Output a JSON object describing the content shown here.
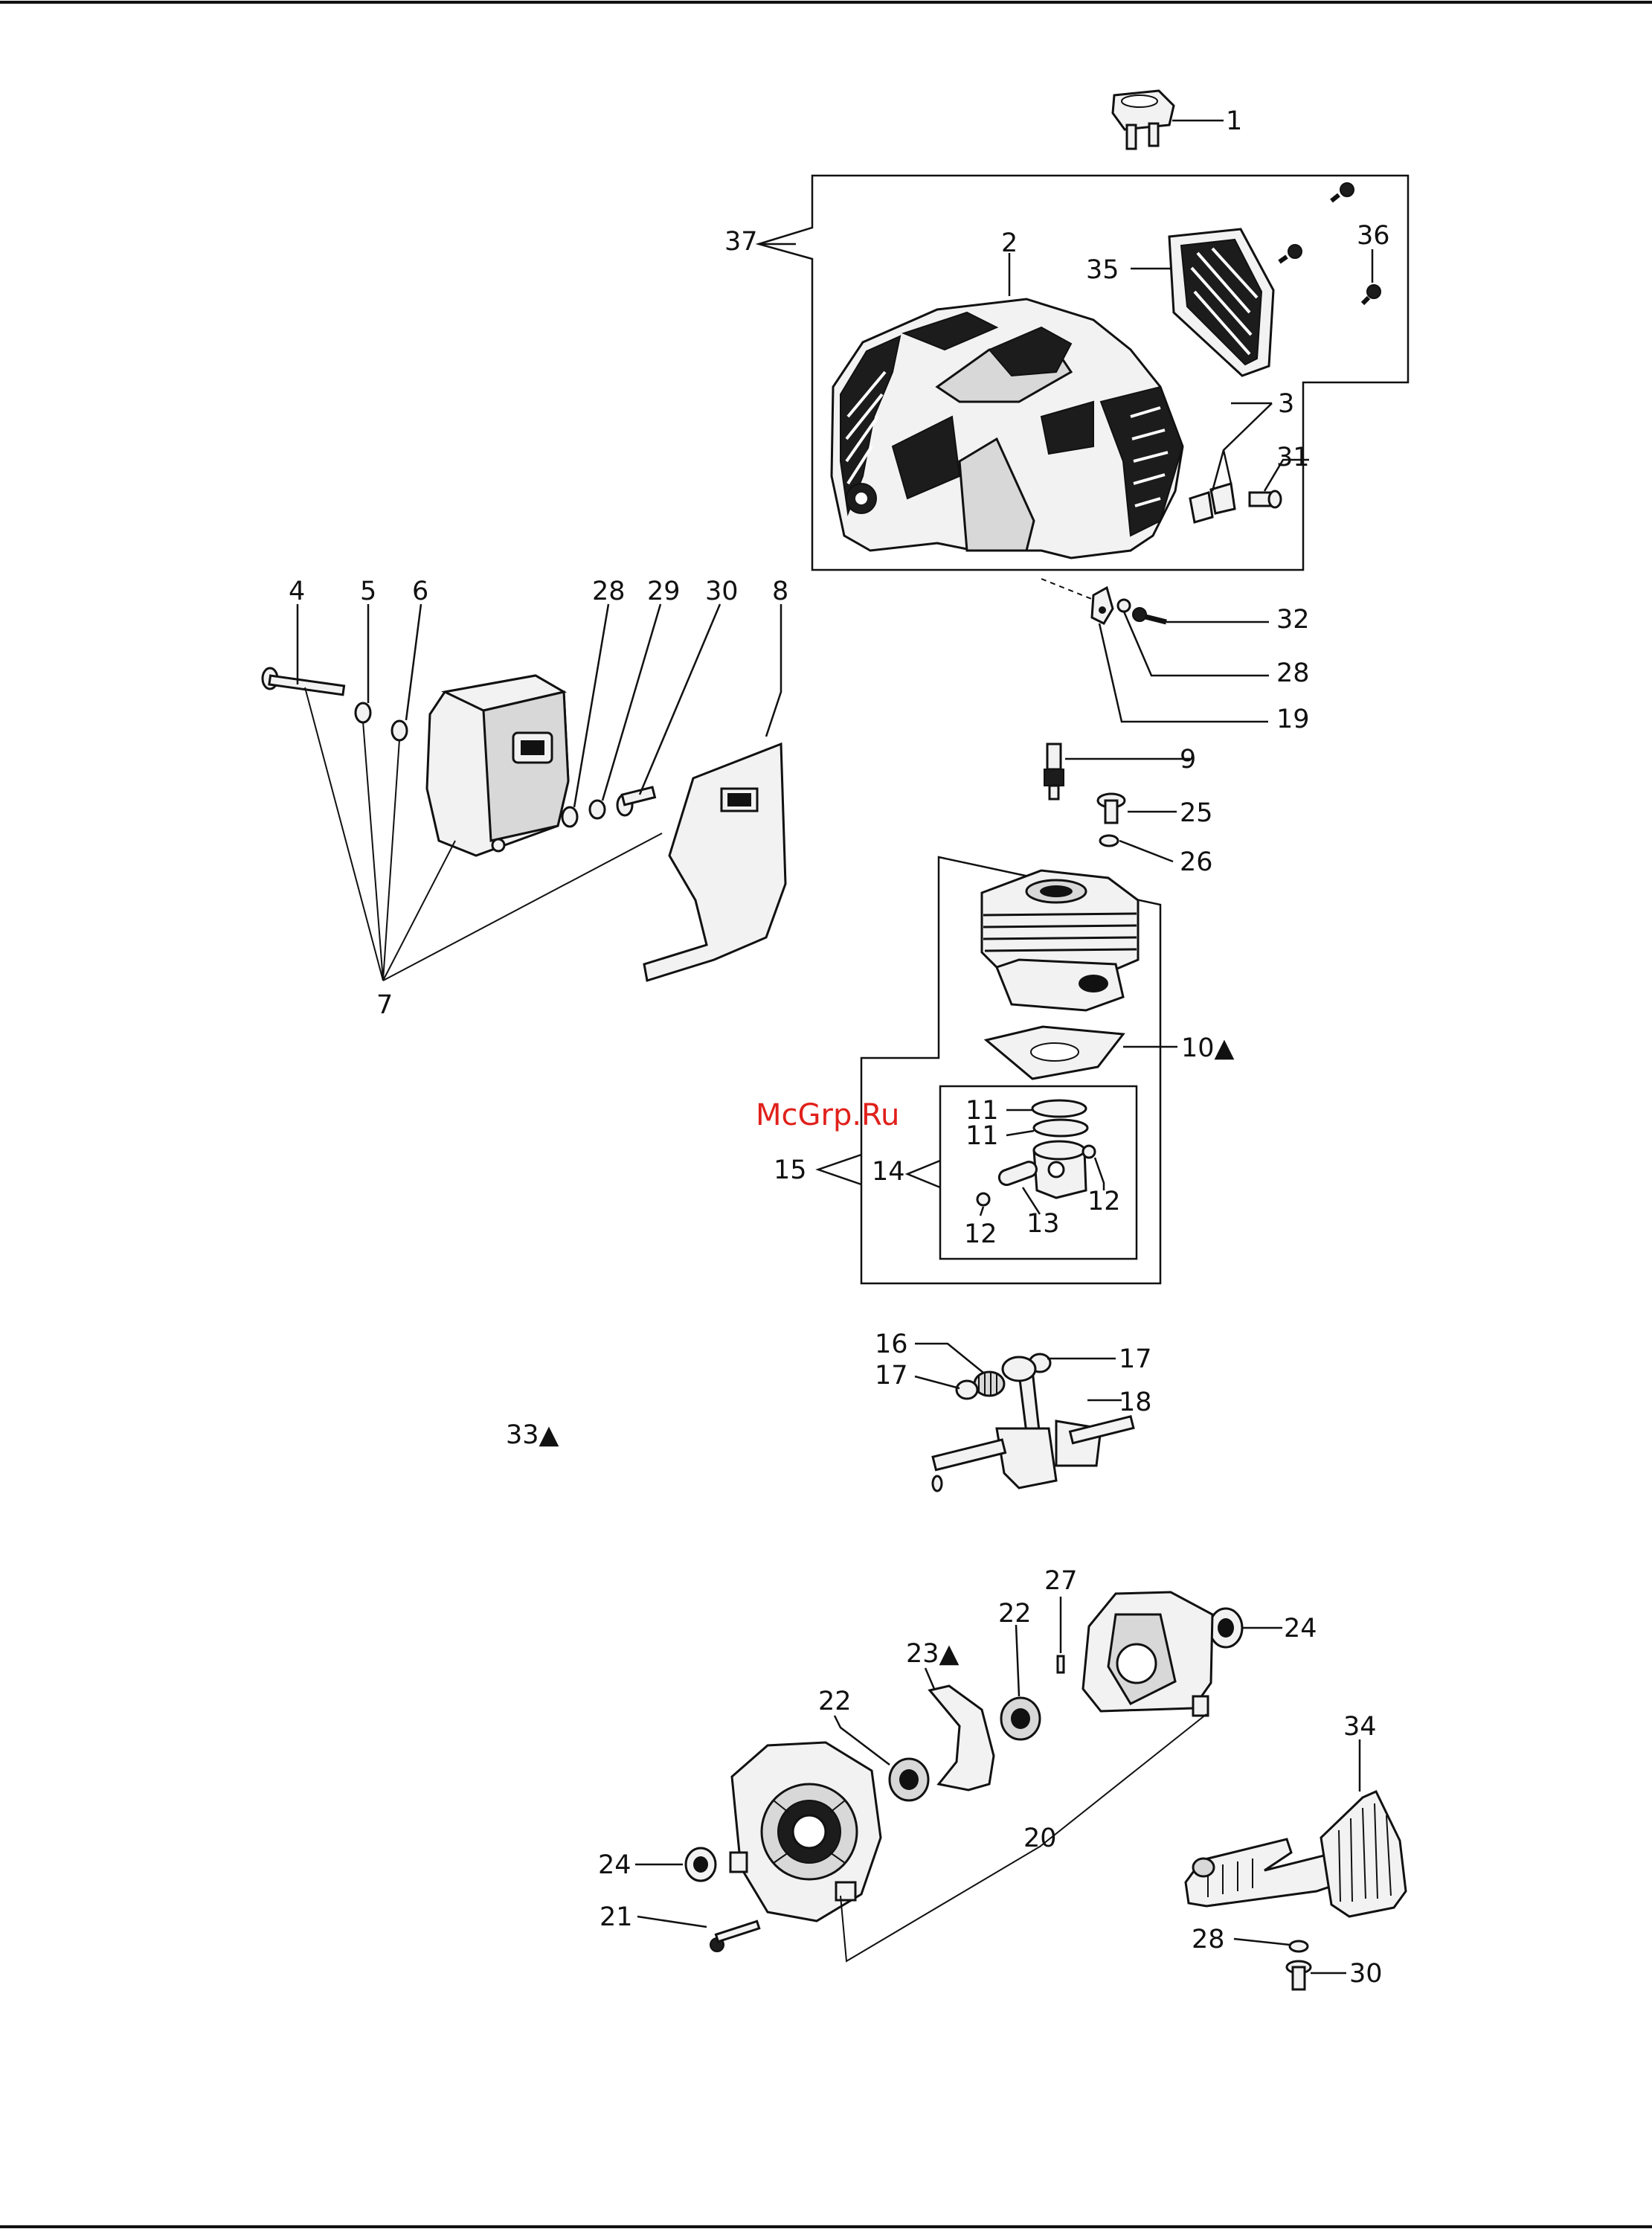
{
  "watermark": "McGrp.Ru",
  "callouts": {
    "c1": "1",
    "c2": "2",
    "c3": "3",
    "c4": "4",
    "c5": "5",
    "c6": "6",
    "c7": "7",
    "c8": "8",
    "c9": "9",
    "c10": "10▲",
    "c11a": "11",
    "c11b": "11",
    "c12a": "12",
    "c12b": "12",
    "c13": "13",
    "c14": "14",
    "c15": "15",
    "c16": "16",
    "c17a": "17",
    "c17b": "17",
    "c18": "18",
    "c19": "19",
    "c20": "20",
    "c21": "21",
    "c22a": "22",
    "c22b": "22",
    "c23": "23▲",
    "c24a": "24",
    "c24b": "24",
    "c25": "25",
    "c26": "26",
    "c27": "27",
    "c28a": "28",
    "c28b": "28",
    "c28c": "28",
    "c29": "29",
    "c30a": "30",
    "c30b": "30",
    "c31": "31",
    "c32": "32",
    "c33": "33▲",
    "c34": "34",
    "c35": "35",
    "c36": "36",
    "c37": "37"
  }
}
